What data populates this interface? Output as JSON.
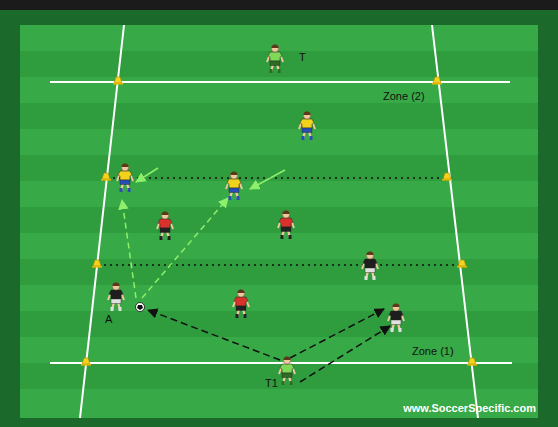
{
  "diagram": {
    "labels": [
      "T",
      "Zone (2)",
      "A",
      "T1",
      "Zone (1)",
      "www.SoccerSpecific.com"
    ]
  }
}
